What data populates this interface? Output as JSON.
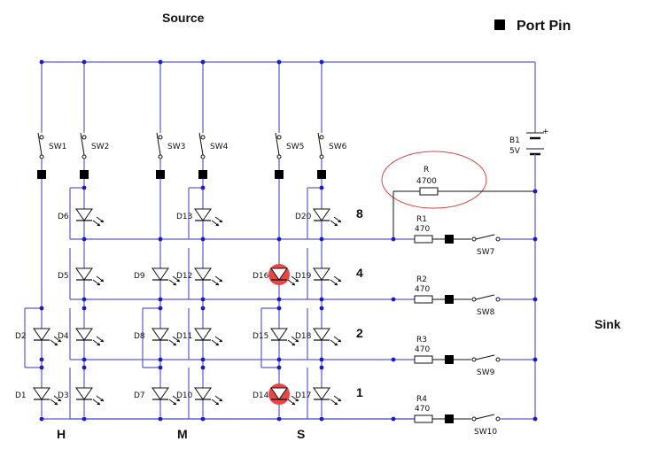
{
  "labels": {
    "source": "Source",
    "sink": "Sink",
    "port_pin": "Port Pin",
    "battery": "B1",
    "battery_voltage": "5V",
    "battery_plus": "+",
    "resistor_big": "R",
    "resistor_big_value": "4700",
    "col_h": "H",
    "col_m": "M",
    "col_s": "S"
  },
  "switches_top": [
    "SW1",
    "SW2",
    "SW3",
    "SW4",
    "SW5",
    "SW6"
  ],
  "rows": [
    {
      "weight": "8",
      "res": "R1",
      "res_value": "470",
      "sw": "SW7"
    },
    {
      "weight": "4",
      "res": "R2",
      "res_value": "470",
      "sw": "SW8"
    },
    {
      "weight": "2",
      "res": "R3",
      "res_value": "470",
      "sw": "SW9"
    },
    {
      "weight": "1",
      "res": "R4",
      "res_value": "470",
      "sw": "SW10"
    }
  ],
  "diodes": {
    "row8": [
      "D6",
      "D13",
      "D20"
    ],
    "row4": [
      "D5",
      "D9",
      "D12",
      "D16",
      "D19"
    ],
    "row2": [
      "D2",
      "D4",
      "D8",
      "D11",
      "D15",
      "D18"
    ],
    "row1": [
      "D1",
      "D3",
      "D7",
      "D10",
      "D14",
      "D17"
    ]
  },
  "lit_leds": [
    "D16",
    "D14"
  ],
  "colors": {
    "wire": "#5b5bd6",
    "lit": "#ee4444",
    "text": "#111111"
  }
}
